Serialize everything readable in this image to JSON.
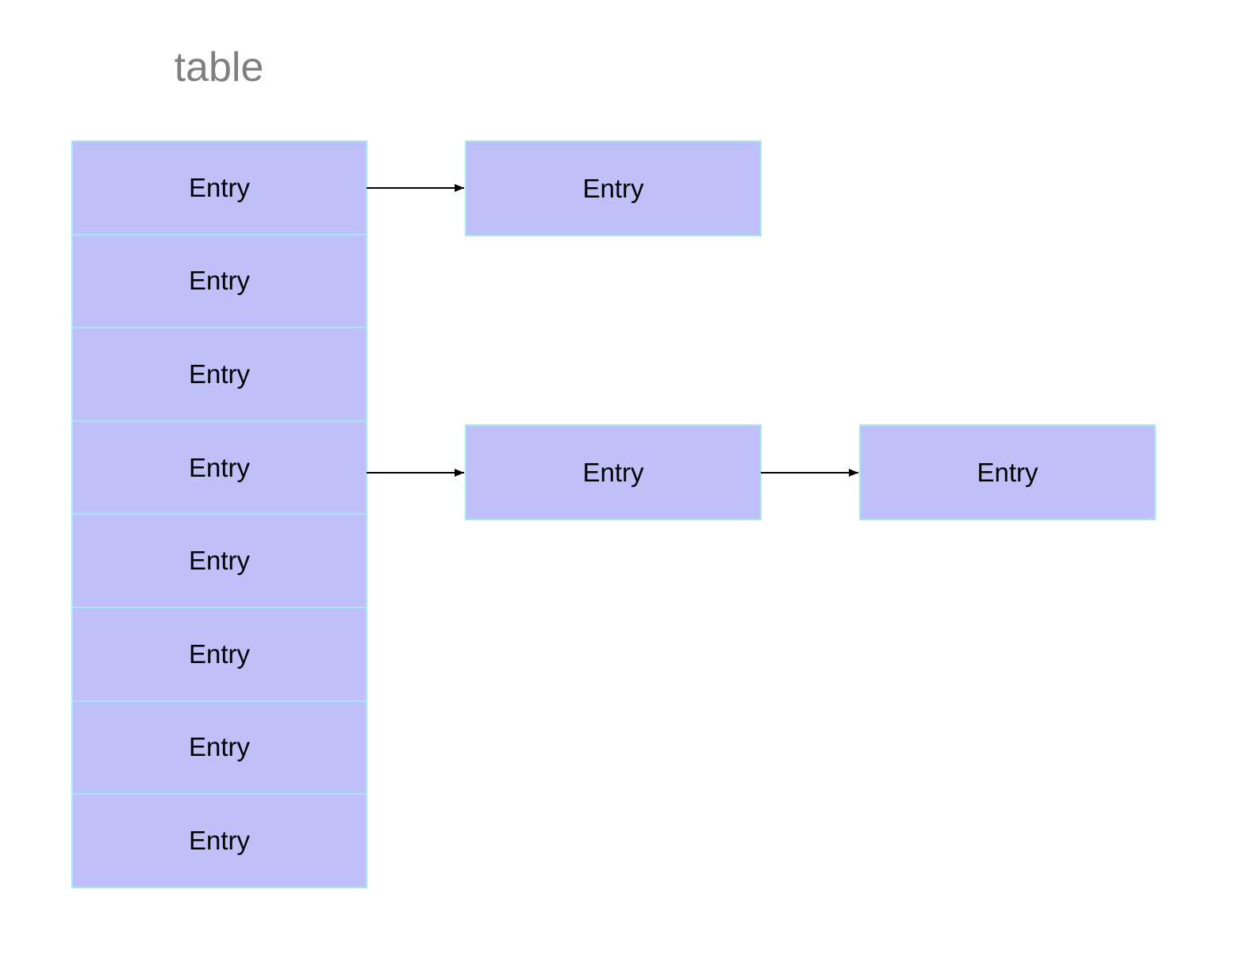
{
  "title": "table",
  "table": {
    "slots": [
      {
        "label": "Entry"
      },
      {
        "label": "Entry"
      },
      {
        "label": "Entry"
      },
      {
        "label": "Entry"
      },
      {
        "label": "Entry"
      },
      {
        "label": "Entry"
      },
      {
        "label": "Entry"
      },
      {
        "label": "Entry"
      }
    ]
  },
  "chains": [
    {
      "from_slot": 0,
      "entries": [
        {
          "label": "Entry"
        }
      ]
    },
    {
      "from_slot": 3,
      "entries": [
        {
          "label": "Entry"
        },
        {
          "label": "Entry"
        }
      ]
    }
  ],
  "colors": {
    "entry_fill": "#bfc0f8",
    "entry_border": "#a7e6f4",
    "title_text": "#7f7f7f",
    "arrow": "#000000"
  }
}
